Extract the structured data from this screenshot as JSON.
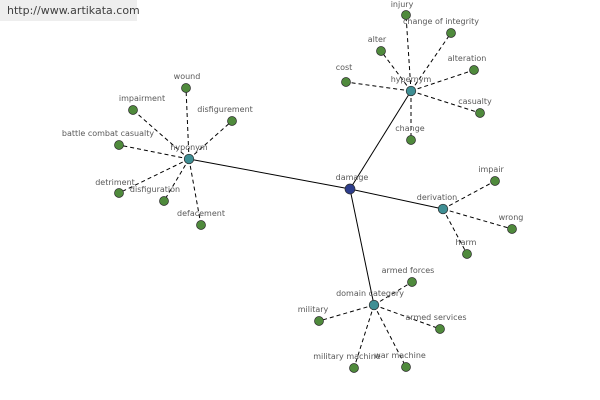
{
  "source": {
    "url": "http://www.artikata.com"
  },
  "colors": {
    "edge": "#000000",
    "leaf_node": "#4f8a3c",
    "relation_node": "#3f8f94",
    "center_node": "#2c3d8c",
    "node_stroke": "#2a2a2a",
    "label": "#595959"
  },
  "graph": {
    "center": {
      "id": "damage",
      "label": "damage"
    },
    "relations": [
      {
        "id": "hypernym",
        "label": "hypernym",
        "leaves": [
          {
            "id": "injury",
            "label": "injury"
          },
          {
            "id": "change-of-integrity",
            "label": "change of integrity"
          },
          {
            "id": "alter",
            "label": "alter"
          },
          {
            "id": "alteration",
            "label": "alteration"
          },
          {
            "id": "cost",
            "label": "cost"
          },
          {
            "id": "casualty",
            "label": "casualty"
          },
          {
            "id": "change",
            "label": "change"
          }
        ]
      },
      {
        "id": "hyponym",
        "label": "hyponym",
        "leaves": [
          {
            "id": "wound",
            "label": "wound"
          },
          {
            "id": "impairment",
            "label": "impairment"
          },
          {
            "id": "disfigurement",
            "label": "disfigurement"
          },
          {
            "id": "battle-combat-casualty",
            "label": "battle combat casualty"
          },
          {
            "id": "detriment",
            "label": "detriment"
          },
          {
            "id": "disfiguration",
            "label": "disfiguration"
          },
          {
            "id": "defacement",
            "label": "defacement"
          }
        ]
      },
      {
        "id": "derivation",
        "label": "derivation",
        "leaves": [
          {
            "id": "impair",
            "label": "impair"
          },
          {
            "id": "wrong",
            "label": "wrong"
          },
          {
            "id": "harm",
            "label": "harm"
          }
        ]
      },
      {
        "id": "domain-category",
        "label": "domain category",
        "leaves": [
          {
            "id": "armed-forces",
            "label": "armed forces"
          },
          {
            "id": "military",
            "label": "military"
          },
          {
            "id": "armed-services",
            "label": "armed services"
          },
          {
            "id": "military-machine",
            "label": "military machine"
          },
          {
            "id": "war-machine",
            "label": "war machine"
          }
        ]
      }
    ]
  }
}
